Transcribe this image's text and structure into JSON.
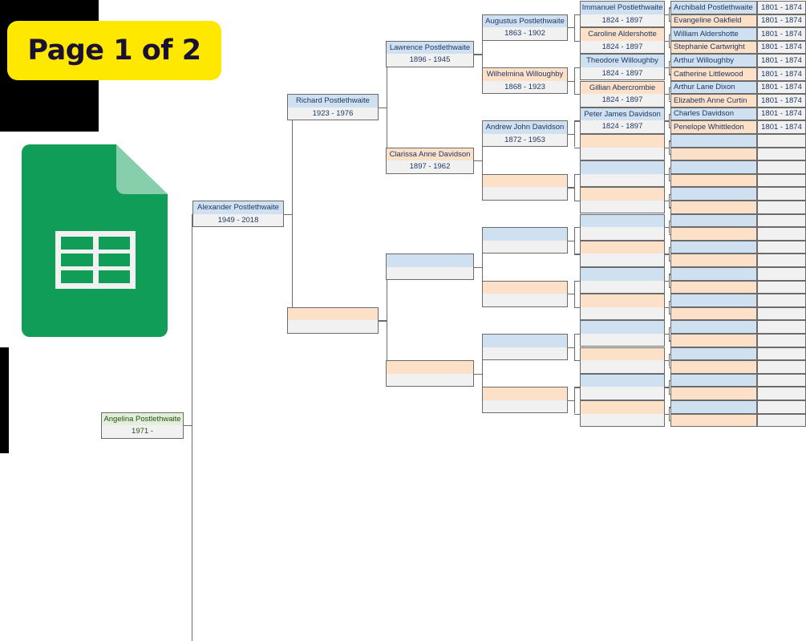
{
  "banner": {
    "label": "Page 1 of 2",
    "bg": "#ffe800",
    "fg": "#1a1033"
  },
  "icon": {
    "name": "google-sheets-icon",
    "color": "#0f9d58",
    "fold_color": "#87ceac"
  },
  "colors": {
    "male_header": "#cfe0f0",
    "female_header": "#fce0c8",
    "self_header": "#e2efda",
    "body": "#f1f1f1",
    "border": "#6b6b6b",
    "text": "#1f3864"
  },
  "tree": {
    "generation1": [
      {
        "name": "Angelina Postlethwaite",
        "dates": "1971 -",
        "sex": "g"
      }
    ],
    "generation2": [
      {
        "name": "Alexander Postlethwaite",
        "dates": "1949 - 2018",
        "sex": "m"
      },
      {
        "name": "",
        "dates": "",
        "sex": "f"
      }
    ],
    "generation3": [
      {
        "name": "Richard Postlethwaite",
        "dates": "1923 - 1976",
        "sex": "m"
      },
      {
        "name": "",
        "dates": "",
        "sex": "f"
      },
      {
        "name": "",
        "dates": "",
        "sex": "m"
      },
      {
        "name": "",
        "dates": "",
        "sex": "f"
      }
    ],
    "generation4": [
      {
        "name": "Lawrence Postlethwaite",
        "dates": "1896 - 1945",
        "sex": "m"
      },
      {
        "name": "Clarissa Anne Davidson",
        "dates": "1897 - 1962",
        "sex": "f"
      },
      {
        "name": "",
        "dates": "",
        "sex": "m"
      },
      {
        "name": "",
        "dates": "",
        "sex": "f"
      },
      {
        "name": "",
        "dates": "",
        "sex": "m"
      },
      {
        "name": "",
        "dates": "",
        "sex": "f"
      },
      {
        "name": "",
        "dates": "",
        "sex": "m"
      },
      {
        "name": "",
        "dates": "",
        "sex": "f"
      }
    ],
    "generation5": [
      {
        "name": "Augustus Postlethwaite",
        "dates": "1863 - 1902",
        "sex": "m"
      },
      {
        "name": "Wilhelmina Willoughby",
        "dates": "1868 - 1923",
        "sex": "f"
      },
      {
        "name": "Andrew John Davidson",
        "dates": "1872 - 1953",
        "sex": "m"
      },
      {
        "name": "",
        "dates": "",
        "sex": "f"
      },
      {
        "name": "",
        "dates": "",
        "sex": "m"
      },
      {
        "name": "",
        "dates": "",
        "sex": "f"
      },
      {
        "name": "",
        "dates": "",
        "sex": "m"
      },
      {
        "name": "",
        "dates": "",
        "sex": "f"
      }
    ],
    "generation6": [
      {
        "name": "Immanuel Postlethwaite",
        "dates": "1824 - 1897",
        "sex": "m"
      },
      {
        "name": "Caroline Aldershotte",
        "dates": "1824 - 1897",
        "sex": "f"
      },
      {
        "name": "Theodore Willoughby",
        "dates": "1824 - 1897",
        "sex": "m"
      },
      {
        "name": "Gillian Abercrombie",
        "dates": "1824 - 1897",
        "sex": "f"
      },
      {
        "name": "Peter James Davidson",
        "dates": "1824 - 1897",
        "sex": "m"
      },
      {
        "name": "",
        "dates": "",
        "sex": "f"
      },
      {
        "name": "",
        "dates": "",
        "sex": "m"
      },
      {
        "name": "",
        "dates": "",
        "sex": "f"
      },
      {
        "name": "",
        "dates": "",
        "sex": "m"
      },
      {
        "name": "",
        "dates": "",
        "sex": "f"
      },
      {
        "name": "",
        "dates": "",
        "sex": "m"
      },
      {
        "name": "",
        "dates": "",
        "sex": "f"
      },
      {
        "name": "",
        "dates": "",
        "sex": "m"
      },
      {
        "name": "",
        "dates": "",
        "sex": "f"
      },
      {
        "name": "",
        "dates": "",
        "sex": "m"
      },
      {
        "name": "",
        "dates": "",
        "sex": "f"
      }
    ],
    "generation7_names": [
      {
        "name": "Archibald Postlethwaite",
        "sex": "m"
      },
      {
        "name": "Evangeline Oakfield",
        "sex": "f"
      },
      {
        "name": "William Aldershotte",
        "sex": "m"
      },
      {
        "name": "Stephanie Cartwright",
        "sex": "f"
      },
      {
        "name": "Arthur Willoughby",
        "sex": "m"
      },
      {
        "name": "Catherine Littlewood",
        "sex": "f"
      },
      {
        "name": "Arthur Lane Dixon",
        "sex": "m"
      },
      {
        "name": "Elizabeth Anne Curtin",
        "sex": "f"
      },
      {
        "name": "Charles Davidson",
        "sex": "m"
      },
      {
        "name": "Penelope Whittledon",
        "sex": "f"
      },
      {
        "name": "",
        "sex": "m"
      },
      {
        "name": "",
        "sex": "f"
      },
      {
        "name": "",
        "sex": "m"
      },
      {
        "name": "",
        "sex": "f"
      },
      {
        "name": "",
        "sex": "m"
      },
      {
        "name": "",
        "sex": "f"
      },
      {
        "name": "",
        "sex": "m"
      },
      {
        "name": "",
        "sex": "f"
      },
      {
        "name": "",
        "sex": "m"
      },
      {
        "name": "",
        "sex": "f"
      },
      {
        "name": "",
        "sex": "m"
      },
      {
        "name": "",
        "sex": "f"
      },
      {
        "name": "",
        "sex": "m"
      },
      {
        "name": "",
        "sex": "f"
      },
      {
        "name": "",
        "sex": "m"
      },
      {
        "name": "",
        "sex": "f"
      },
      {
        "name": "",
        "sex": "m"
      },
      {
        "name": "",
        "sex": "f"
      },
      {
        "name": "",
        "sex": "m"
      },
      {
        "name": "",
        "sex": "f"
      },
      {
        "name": "",
        "sex": "m"
      },
      {
        "name": "",
        "sex": "f"
      }
    ],
    "generation7_dates": [
      "1801 - 1874",
      "1801 - 1874",
      "1801 - 1874",
      "1801 - 1874",
      "1801 - 1874",
      "1801 - 1874",
      "1801 - 1874",
      "1801 - 1874",
      "1801 - 1874",
      "1801 - 1874",
      "",
      "",
      "",
      "",
      "",
      "",
      "",
      "",
      "",
      "",
      "",
      "",
      "",
      "",
      "",
      "",
      "",
      "",
      "",
      "",
      "",
      ""
    ]
  }
}
